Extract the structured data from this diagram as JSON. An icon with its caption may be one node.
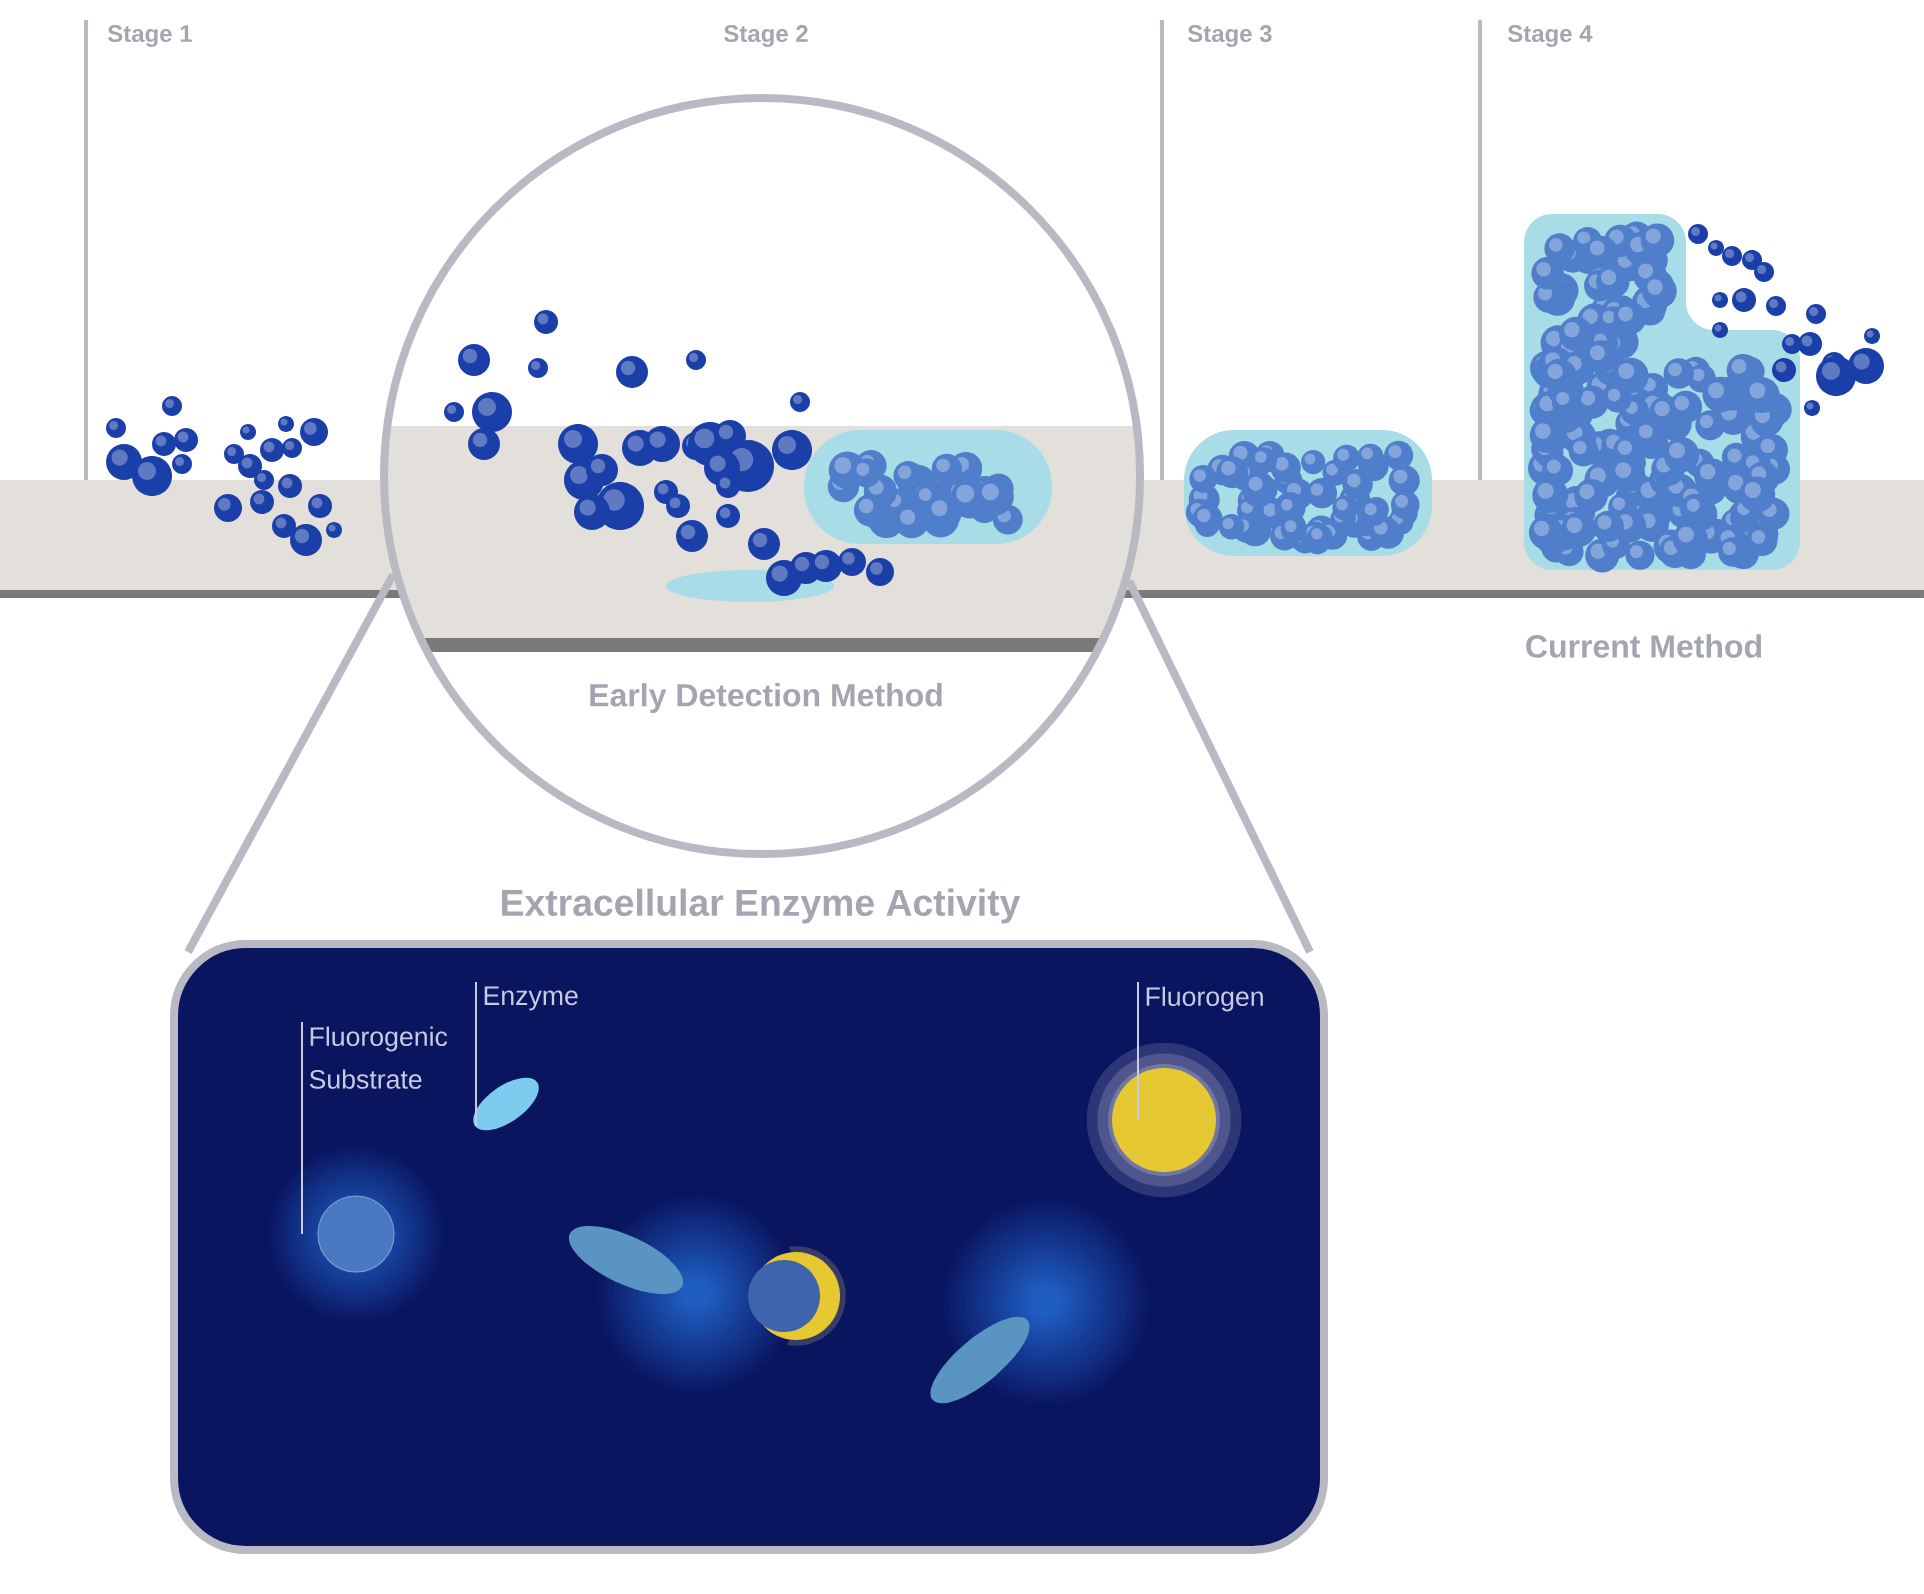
{
  "diagram": {
    "nodes": [
      {
        "text": [
          "Early Detection Method"
        ]
      },
      {
        "text": [
          "Extracellular Enzyme Activity"
        ]
      },
      {
        "text": [
          "Fluorogenic Substrate"
        ],
        "in": 1
      },
      {
        "text": [
          "Enzyme"
        ],
        "in": 1
      },
      {
        "text": [
          "Fluorogen"
        ],
        "in": 1
      },
      {
        "text": [],
        "shape": "circle",
        "in": 1
      },
      {
        "text": [],
        "shape": "ellipse",
        "in": 1
      },
      {
        "text": [],
        "shape": "circle",
        "in": 1
      }
    ],
    "edges": [
      {
        "from": 0,
        "to": 1,
        "arrow": "none",
        "style": "thick"
      },
      {
        "from": 0,
        "to": 1,
        "arrow": "none",
        "style": "thick"
      },
      {
        "from": 2,
        "to": 5,
        "arrow": "none"
      },
      {
        "from": 3,
        "to": 6,
        "arrow": "none"
      },
      {
        "from": 4,
        "to": 7,
        "arrow": "none"
      }
    ],
    "labels": [
      "Stage 1",
      "Stage 2",
      "Stage 3",
      "Stage 4",
      "Current Method"
    ]
  }
}
